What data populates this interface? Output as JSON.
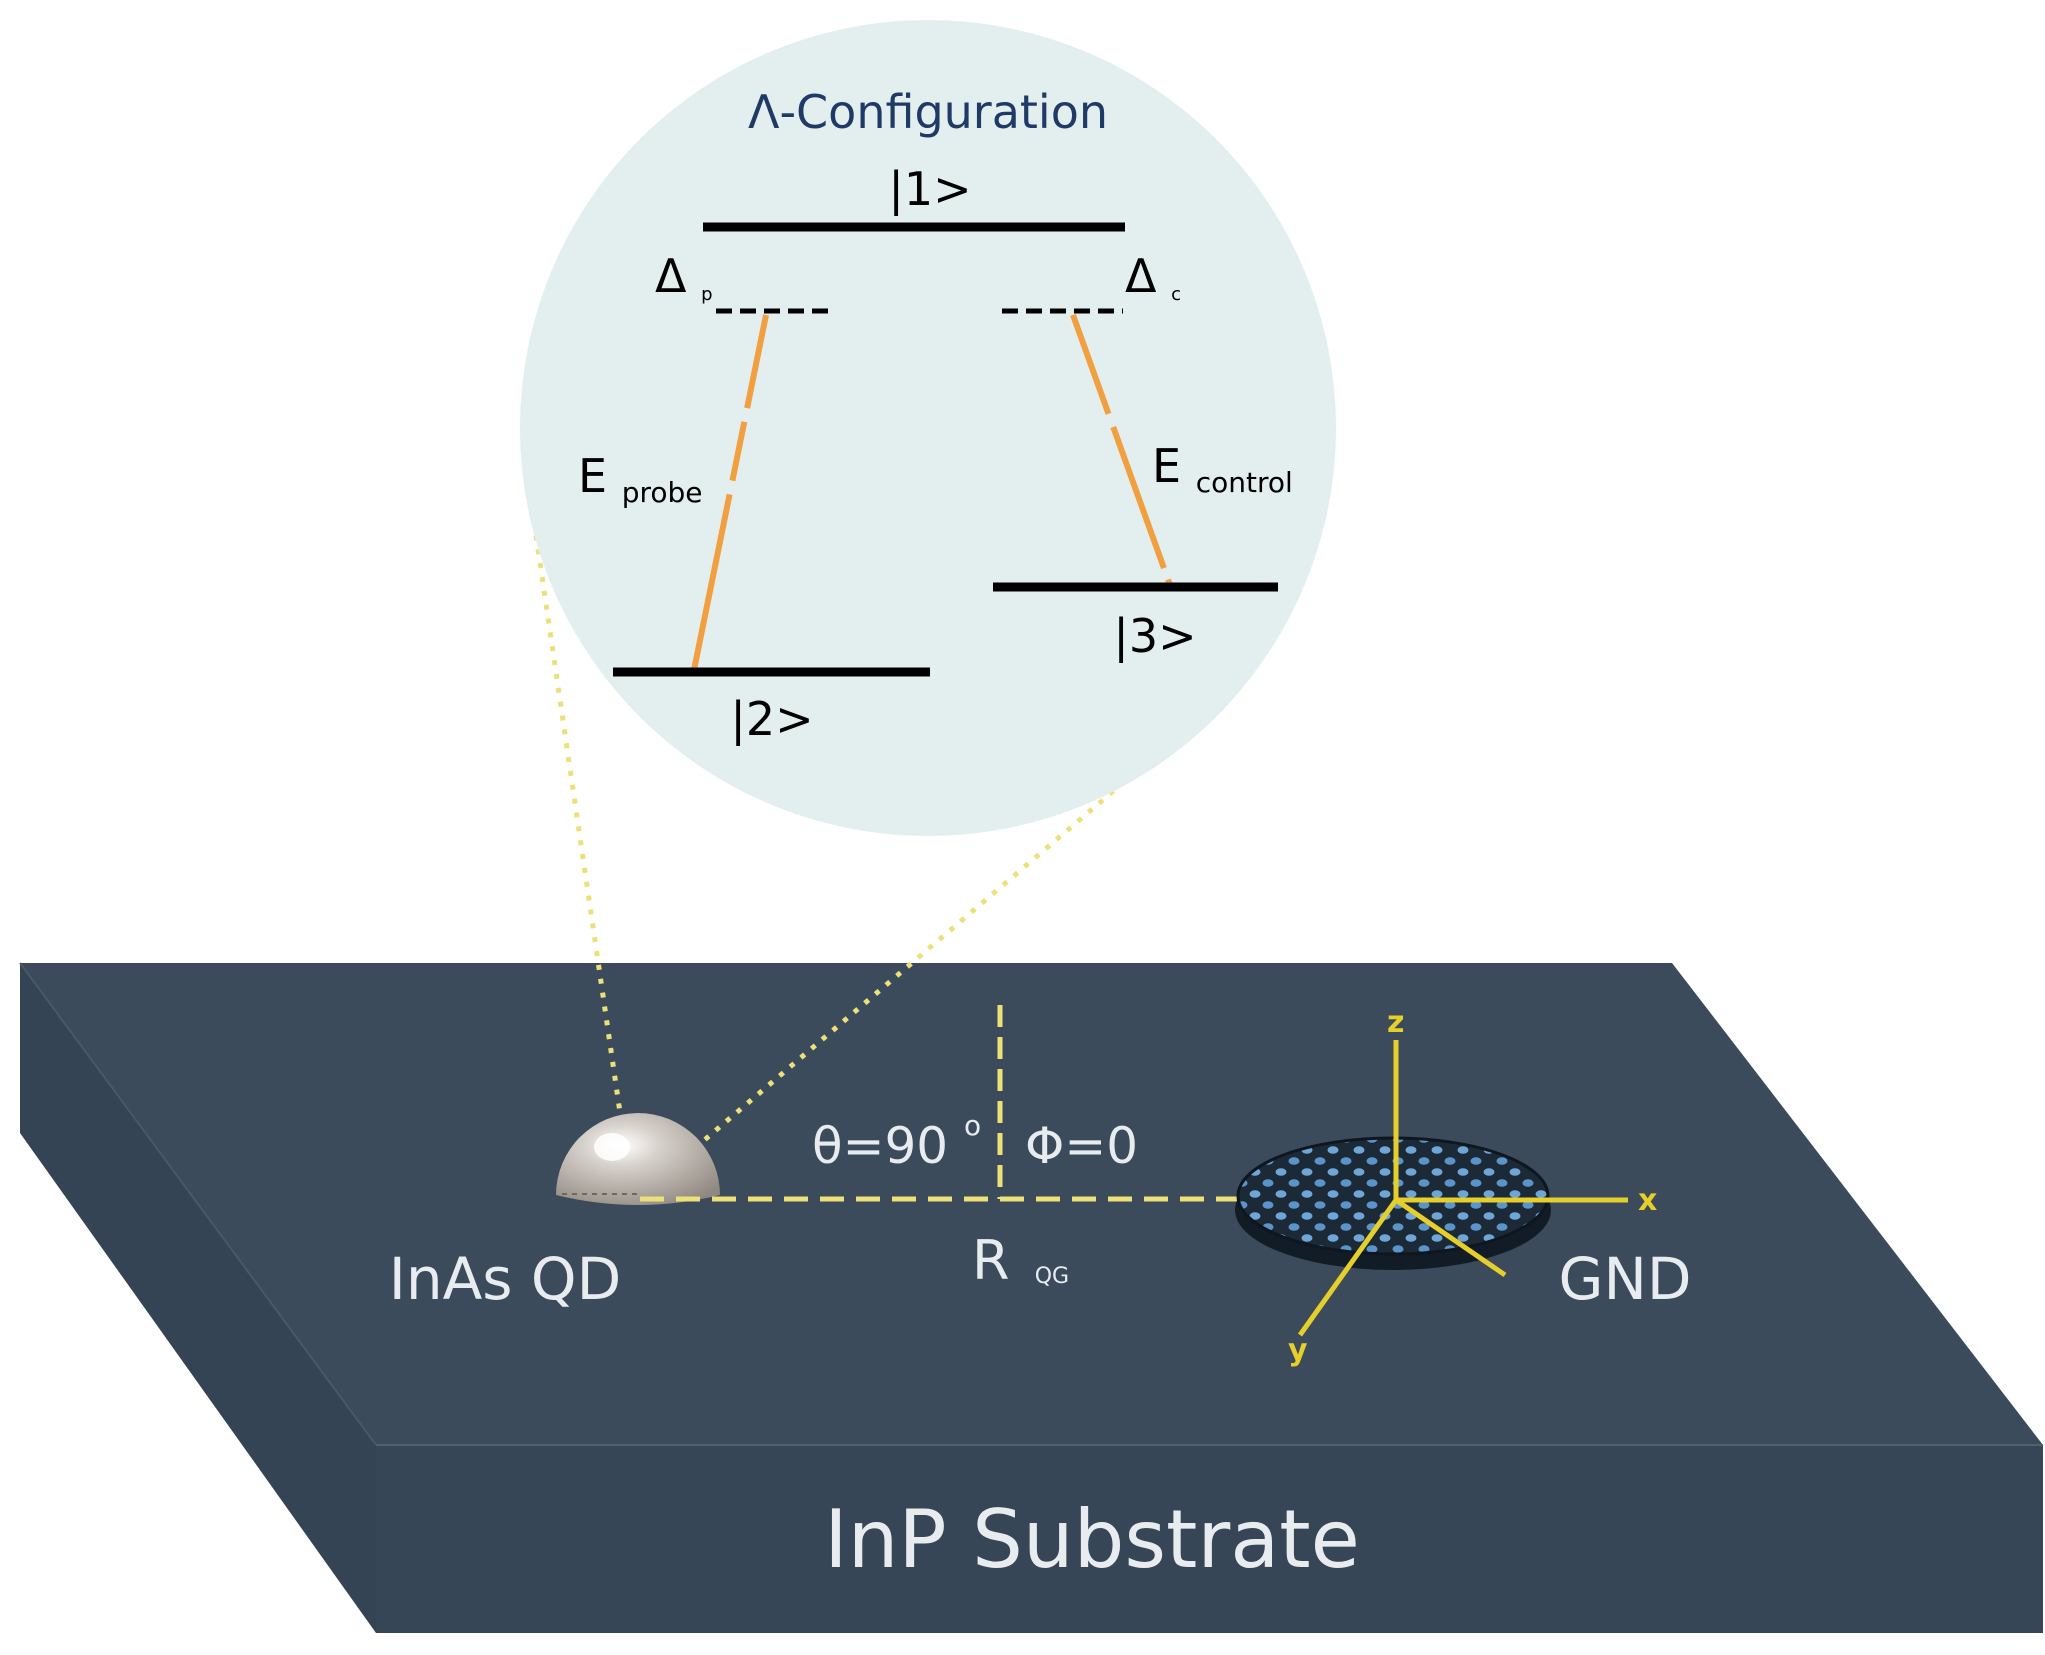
{
  "title": "Λ-Configuration",
  "levels": {
    "state1": "|1>",
    "state2": "|2>",
    "state3": "|3>"
  },
  "detunings": {
    "probe_symbol": "Δ",
    "probe_sub": "p",
    "control_symbol": "Δ",
    "control_sub": "c"
  },
  "fields": {
    "probe_symbol": "E",
    "probe_sub": "probe",
    "control_symbol": "E",
    "control_sub": "control"
  },
  "substrate": {
    "label": "InP Substrate",
    "quantum_dot": "InAs QD",
    "nanodisk": "GND",
    "theta": "θ=90",
    "theta_sup": "o",
    "phi": "Φ=0",
    "distance_symbol": "R",
    "distance_sub": "QG"
  },
  "axes": {
    "x": "x",
    "y": "y",
    "z": "z"
  },
  "colors": {
    "substrate_top": "#3b4b5b",
    "substrate_side": "#364656",
    "circle_bg": "#e3efee",
    "transition": "#f0a040",
    "dotted_guide": "#ece07a",
    "axis": "#e6cf2a",
    "title": "#1f3a66"
  }
}
